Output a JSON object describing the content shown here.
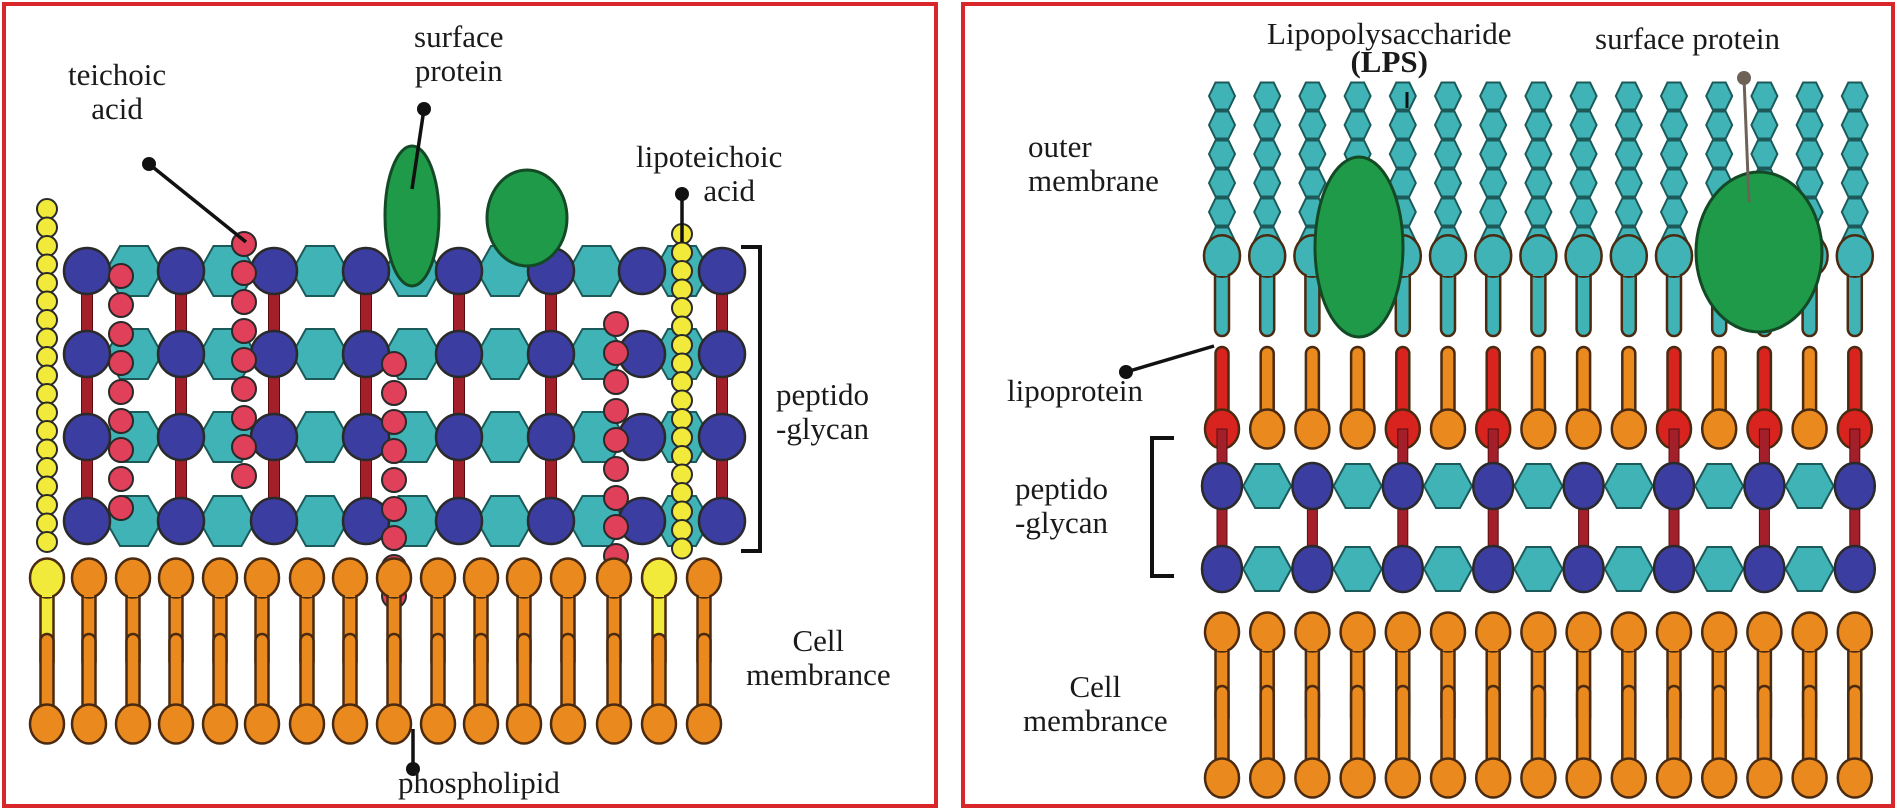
{
  "figure": {
    "panels": [
      {
        "id": "gram-positive",
        "labels": {
          "teichoic_acid": [
            "teichoic",
            "acid"
          ],
          "surface_protein": [
            "surface",
            "protein"
          ],
          "lipoteichoic_acid": [
            "lipoteichoic",
            "acid"
          ],
          "peptidoglycan": [
            "peptido",
            "-glycan"
          ],
          "cell_membrane": [
            "Cell",
            "membrance"
          ],
          "phospholipid": "phospholipid"
        }
      },
      {
        "id": "gram-negative",
        "labels": {
          "lps": [
            "Lipopolysaccharide",
            "(LPS)"
          ],
          "surface_protein": "surface protein",
          "outer_membrane": [
            "outer",
            "membrane"
          ],
          "lipoprotein": "lipoprotein",
          "peptidoglycan": [
            "peptido",
            "-glycan"
          ],
          "cell_membrane": [
            "Cell",
            "membrance"
          ]
        }
      }
    ],
    "colors": {
      "border": "#d9262a",
      "nam": "#3b3ea0",
      "nag": "#3fb3b5",
      "crosslink": "#a3202a",
      "teichoic": "#e0405a",
      "lipoteichoic": "#f2ea3a",
      "phospholipid": "#ea8a1e",
      "lipoprotein": "#d8231f",
      "protein": "#1f9a48",
      "outline": "#2a2a2a"
    }
  }
}
